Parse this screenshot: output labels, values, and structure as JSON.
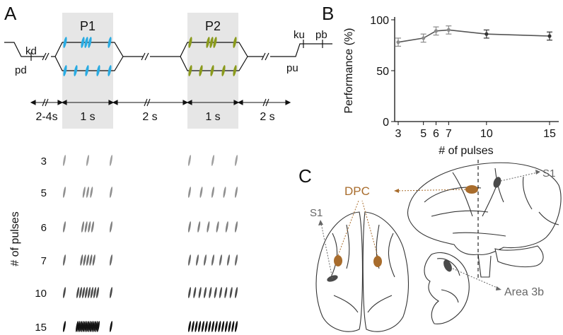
{
  "panel_labels": {
    "a": "A",
    "b": "B",
    "c": "C"
  },
  "task": {
    "p1": "P1",
    "p2": "P2",
    "pd": "pd",
    "kd": "kd",
    "ku": "ku",
    "pb": "pb",
    "pu": "pu",
    "t_pre": "2-4s",
    "t_p1": "1 s",
    "t_delay": "2 s",
    "t_p2": "1 s",
    "t_post": "2 s",
    "colors": {
      "p1": "#29abe2",
      "p2": "#8a9a1c",
      "shade": "#e6e6e6"
    }
  },
  "pulses": {
    "ylabel": "# of pulses",
    "rows": [
      3,
      5,
      6,
      7,
      10,
      15
    ],
    "row_labels": [
      "3",
      "5",
      "6",
      "7",
      "10",
      "15"
    ],
    "colors": [
      "#a0a0a0",
      "#909090",
      "#808080",
      "#6a6a6a",
      "#4a4a4a",
      "#111111"
    ]
  },
  "chart_data": {
    "type": "line",
    "x": [
      3,
      5,
      6,
      7,
      10,
      15
    ],
    "values": [
      78,
      82,
      89,
      90,
      86,
      84
    ],
    "errors": [
      4,
      4,
      4,
      4,
      4,
      4
    ],
    "xticks": [
      3,
      5,
      6,
      7,
      10,
      15
    ],
    "xtick_labels": [
      "3",
      "5",
      "6",
      "7",
      "10",
      "15"
    ],
    "yticks": [
      0,
      50,
      100
    ],
    "ytick_labels": [
      "0",
      "50",
      "100"
    ],
    "xlabel": "# of pulses",
    "ylabel": "Performance (%)",
    "ylim": [
      0,
      100
    ],
    "xlim": [
      3,
      15
    ]
  },
  "brain": {
    "dpc": "DPC",
    "s1_top": "S1",
    "s1_left": "S1",
    "area": "Area 3b",
    "dpc_color": "#a86c2c"
  }
}
